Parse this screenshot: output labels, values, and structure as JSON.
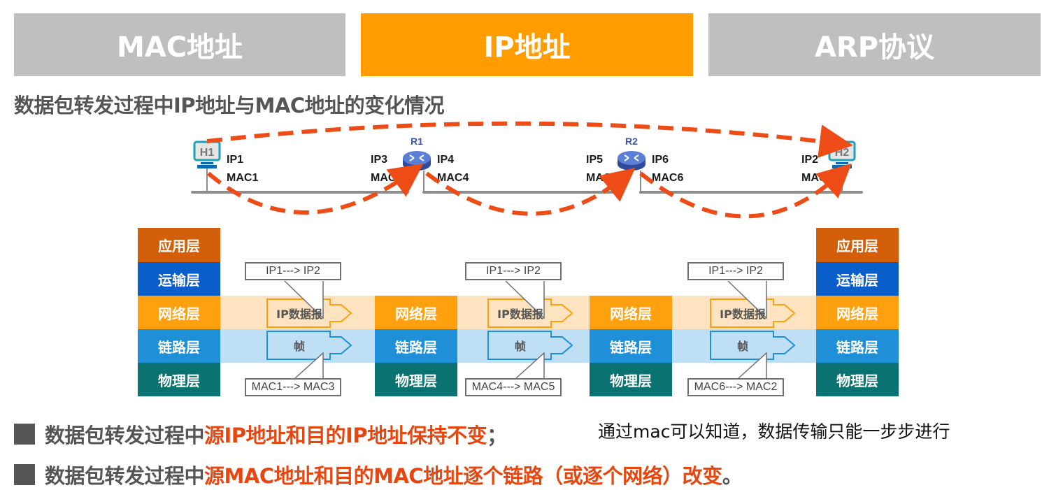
{
  "tabs": [
    {
      "label": "MAC地址",
      "active": false
    },
    {
      "label": "IP地址",
      "active": true
    },
    {
      "label": "ARP协议",
      "active": false
    }
  ],
  "colors": {
    "tab_inactive": "#bfbfbf",
    "tab_active": "#ff9c00",
    "highlight": "#e8460f",
    "app_layer": "#d45f0a",
    "transport_layer": "#0a5ec9",
    "network_layer": "#ffa10f",
    "link_layer": "#1f8fd8",
    "physical_layer": "#0b7272",
    "arrow": "#ee4c16"
  },
  "subtitle": "数据包转发过程中IP地址与MAC地址的变化情况",
  "topology": {
    "hosts": [
      {
        "name": "H1",
        "ip": "IP1",
        "mac": "MAC1"
      },
      {
        "name": "H2",
        "ip": "IP2",
        "mac": "MAC2"
      }
    ],
    "routers": [
      {
        "name": "R1",
        "left_ip": "IP3",
        "left_mac": "MAC3",
        "right_ip": "IP4",
        "right_mac": "MAC4"
      },
      {
        "name": "R2",
        "left_ip": "IP5",
        "left_mac": "MAC5",
        "right_ip": "IP6",
        "right_mac": "MAC6"
      }
    ]
  },
  "stack": {
    "full": [
      "应用层",
      "运输层",
      "网络层",
      "链路层",
      "物理层"
    ],
    "router": [
      "网络层",
      "链路层",
      "物理层"
    ]
  },
  "hops": [
    {
      "packet": "IP数据报",
      "frame": "帧",
      "ip_change": "IP1---> IP2",
      "mac_change": "MAC1---> MAC3"
    },
    {
      "packet": "IP数据报",
      "frame": "帧",
      "ip_change": "IP1---> IP2",
      "mac_change": "MAC4---> MAC5"
    },
    {
      "packet": "IP数据报",
      "frame": "帧",
      "ip_change": "IP1---> IP2",
      "mac_change": "MAC6---> MAC2"
    }
  ],
  "bullets": [
    {
      "prefix": "数据包转发过程中",
      "highlight": "源IP地址和目的IP地址保持不变",
      "suffix": "；"
    },
    {
      "prefix": "数据包转发过程中",
      "highlight": "源MAC地址和目的MAC地址逐个链路（或逐个网络）改变",
      "suffix": "。"
    }
  ],
  "note": "通过mac可以知道，数据传输只能一步步进行"
}
